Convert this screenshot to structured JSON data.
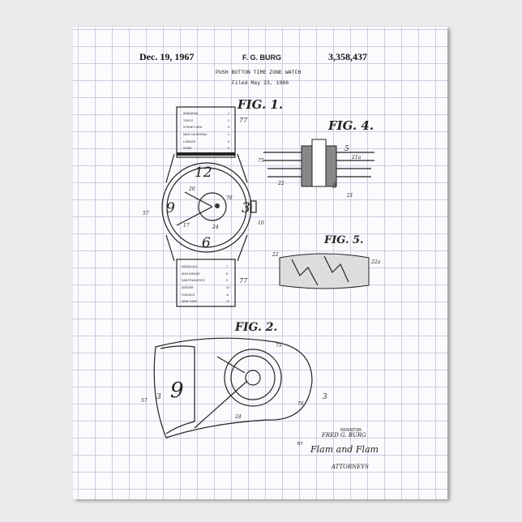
{
  "header": {
    "date": "Dec. 19, 1967",
    "inventor_name": "F. G. BURG",
    "patent_number": "3,358,437",
    "title": "PUSH BUTTON TIME ZONE WATCH",
    "filed": "Filed May 23, 1966"
  },
  "figures": {
    "fig1": "FIG. 1.",
    "fig2": "FIG. 2.",
    "fig4": "FIG. 4.",
    "fig5": "FIG. 5."
  },
  "band_top": {
    "cities": [
      "SHANGHAI",
      "TOKYO",
      "SYDNEY NEW",
      "NEW CALEDONIA",
      "LONDON",
      "ROME"
    ],
    "numbers": [
      "1",
      "2",
      "3",
      "4",
      "5",
      "6"
    ]
  },
  "band_bottom": {
    "cities": [
      "HONOLULU",
      "ANCHORAGE",
      "SAN FRANCISCO",
      "DENVER",
      "CHICAGO",
      "NEW YORK"
    ],
    "numbers": [
      "7",
      "8",
      "9",
      "10",
      "11",
      "12"
    ]
  },
  "dial": {
    "n12": "12",
    "n3": "3",
    "n6": "6",
    "n9": "9"
  },
  "refs": {
    "r77": "77",
    "r20": "20",
    "r76": "76",
    "r17": "17",
    "r24": "24",
    "r10": "10",
    "r57": "57",
    "r5": "5",
    "r21": "21",
    "r22": "22",
    "r22a": "22a",
    "r21a": "21a",
    "r75": "75",
    "r3": "3"
  },
  "signature": {
    "inventor_label": "INVENTOR.",
    "inventor": "FRED G. BURG",
    "by": "BY",
    "attorneys_sig": "Flam and Flam",
    "attorneys": "ATTORNEYS"
  }
}
